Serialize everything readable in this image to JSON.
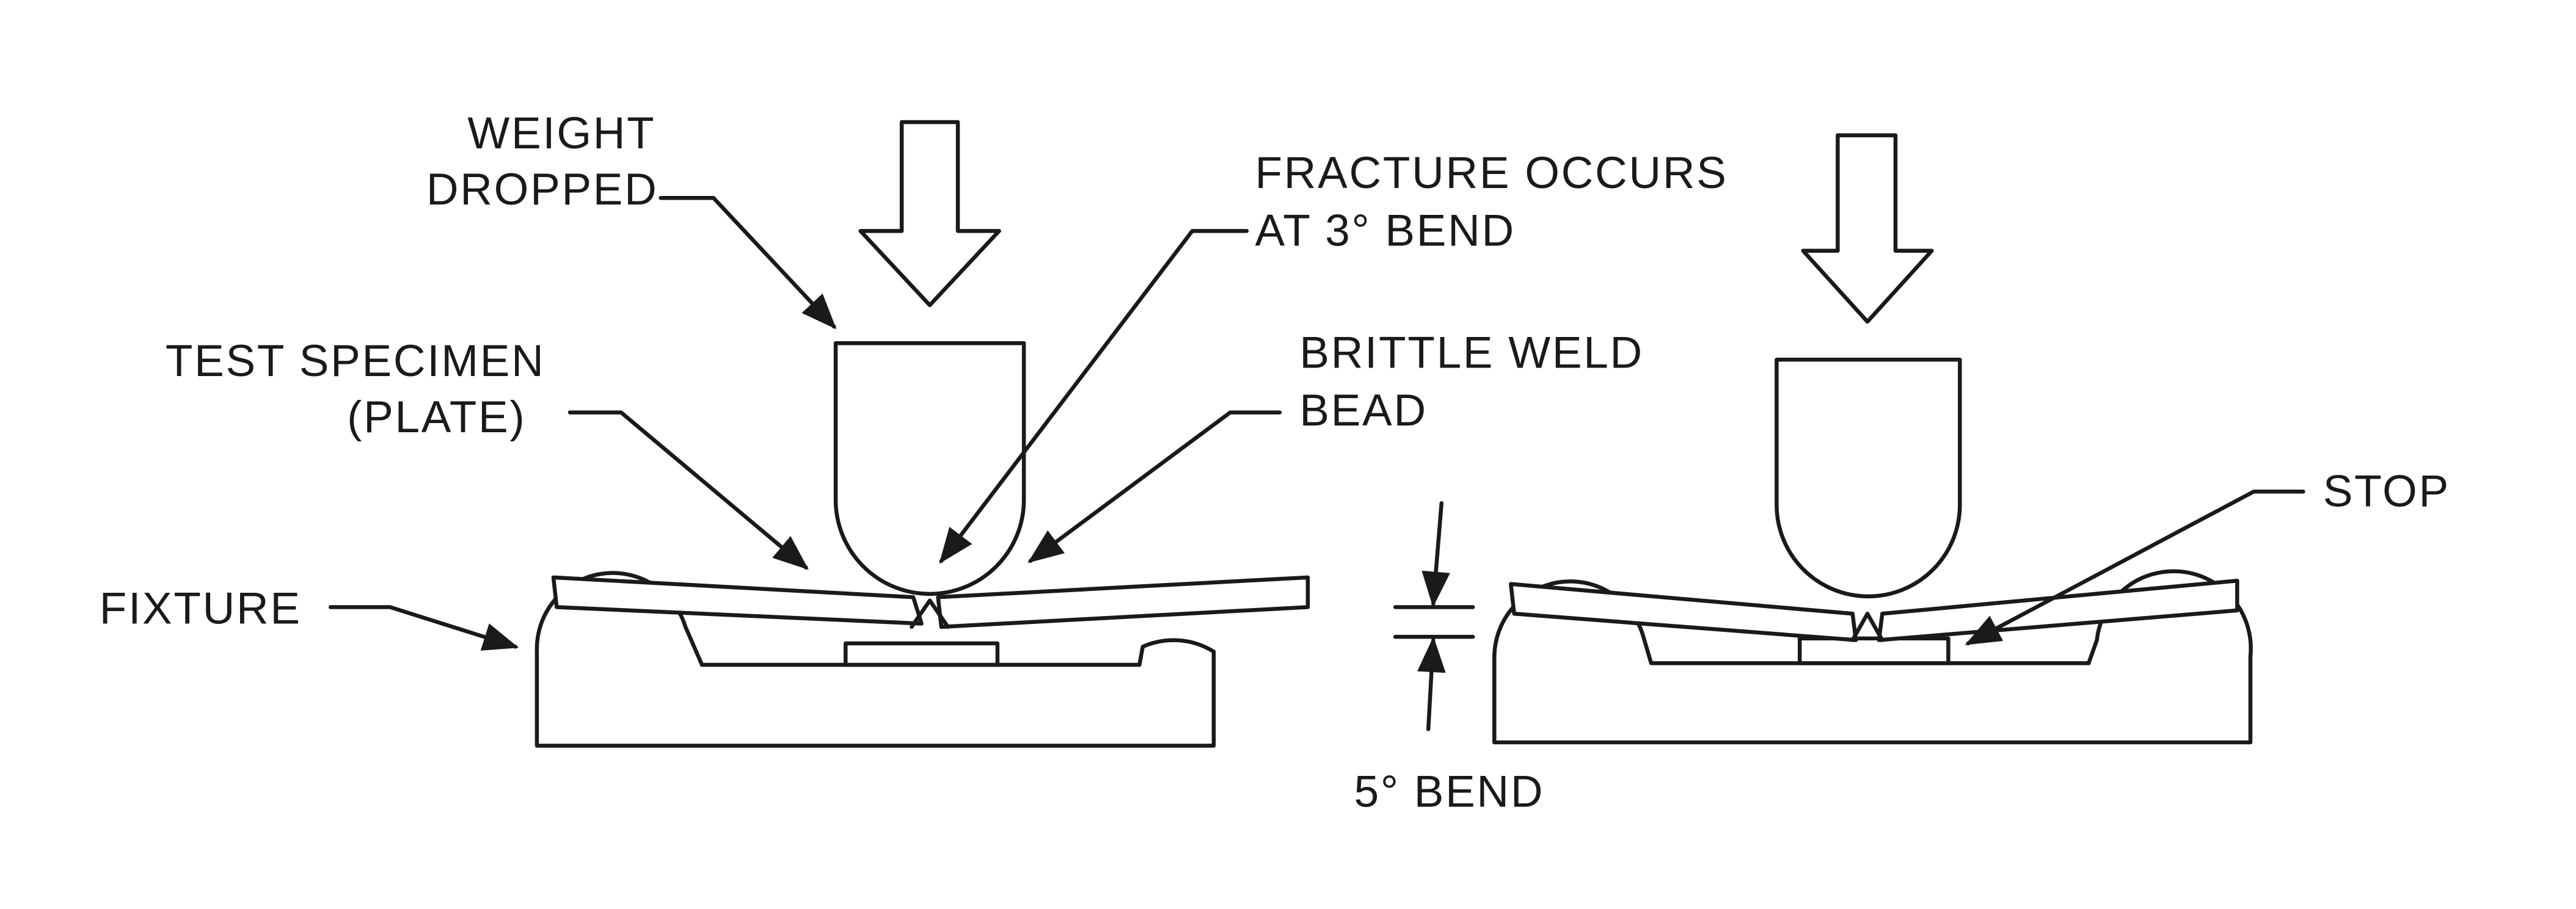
{
  "labels": {
    "weight_line1": "WEIGHT",
    "weight_line2": "DROPPED",
    "fracture_line1": "FRACTURE OCCURS",
    "fracture_line2": "AT 3° BEND",
    "specimen_line1": "TEST SPECIMEN",
    "specimen_line2": "(PLATE)",
    "weld_line1": "BRITTLE WELD",
    "weld_line2": "BEAD",
    "fixture": "FIXTURE",
    "bend": "5° BEND",
    "stop": "STOP"
  }
}
